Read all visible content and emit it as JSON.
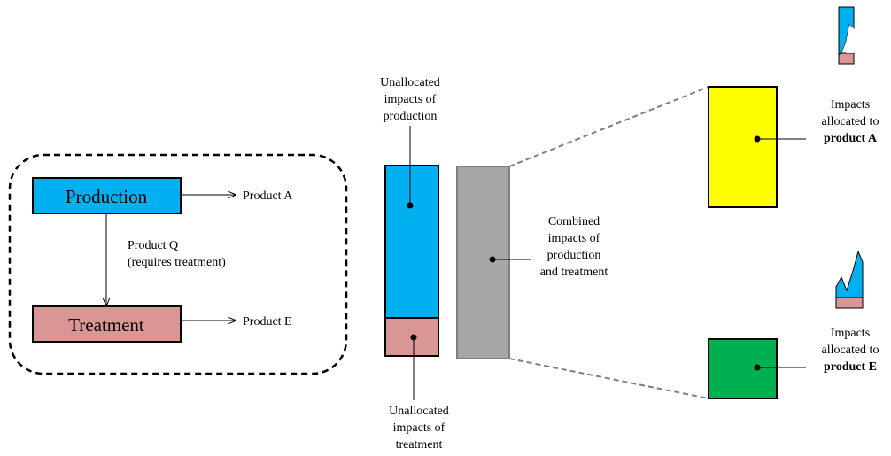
{
  "process_system": {
    "production_label": "Production",
    "treatment_label": "Treatment",
    "product_a": "Product A",
    "product_e": "Product E",
    "product_q_line1": "Product Q",
    "product_q_line2": "(requires treatment)"
  },
  "unallocated_production": [
    "Unallocated",
    "impacts of",
    "production"
  ],
  "unallocated_treatment": [
    "Unallocated",
    "impacts of",
    "treatment"
  ],
  "combined": [
    "Combined",
    "impacts of",
    "production",
    "and treatment"
  ],
  "allocated_a": {
    "line1": "Impacts",
    "line2": "allocated to",
    "line3": "product A"
  },
  "allocated_e": {
    "line1": "Impacts",
    "line2": "allocated to",
    "line3": "product E"
  },
  "colors": {
    "production": "#00B0F0",
    "treatment": "#D99694",
    "combined": "#A6A6A6",
    "product_a": "#FFFF00",
    "product_e": "#00B050"
  }
}
